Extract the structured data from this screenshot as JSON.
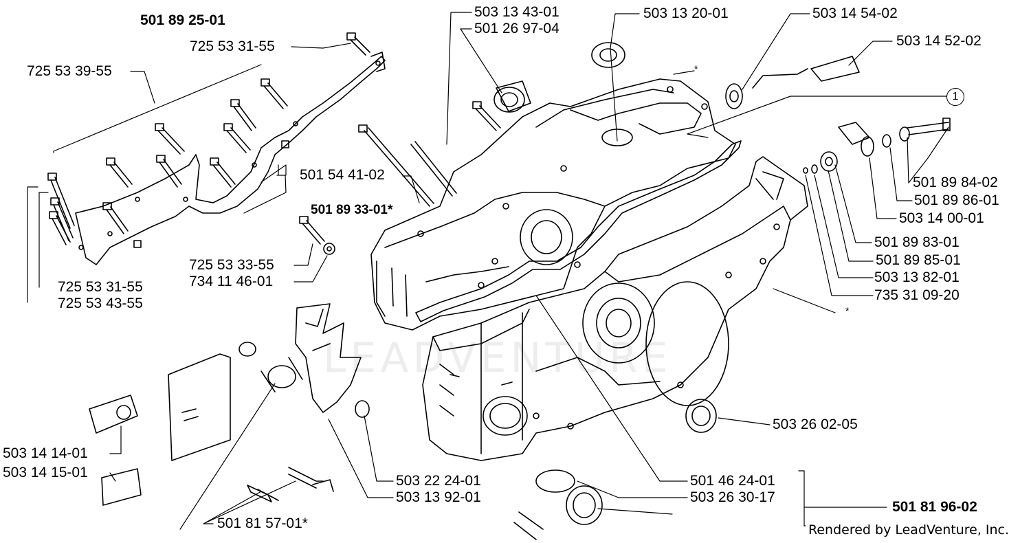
{
  "assembly_labels": {
    "top_assembly": "501 89 25-01",
    "mid_assembly": "501 89 33-01*",
    "bottom_assembly": "501 81 96-02"
  },
  "parts": [
    "725 53 31-55",
    "725 53 39-55",
    "501 54 41-02",
    "725 53 33-55",
    "734 11 46-01",
    "725 53 31-55",
    "725 53 43-55",
    "503 13 43-01",
    "501 26 97-04",
    "503 13 20-01",
    "503 14 54-02",
    "503 14 52-02",
    "501 89 84-02",
    "501 89 86-01",
    "503 14 00-01",
    "501 89 83-01",
    "501 89 85-01",
    "503 13 82-01",
    "735 31 09-20",
    "503 26 02-05",
    "503 14 14-01",
    "503 14 15-01",
    "503 22 24-01",
    "503 13 92-01",
    "501 81 57-01*",
    "501 46 24-01",
    "503 26 30-17"
  ],
  "callout_number": "1",
  "asterisk_marks": [
    "*",
    "*"
  ],
  "watermark": "LEADVENTURE",
  "footer": "Rendered by LeadVenture, Inc."
}
